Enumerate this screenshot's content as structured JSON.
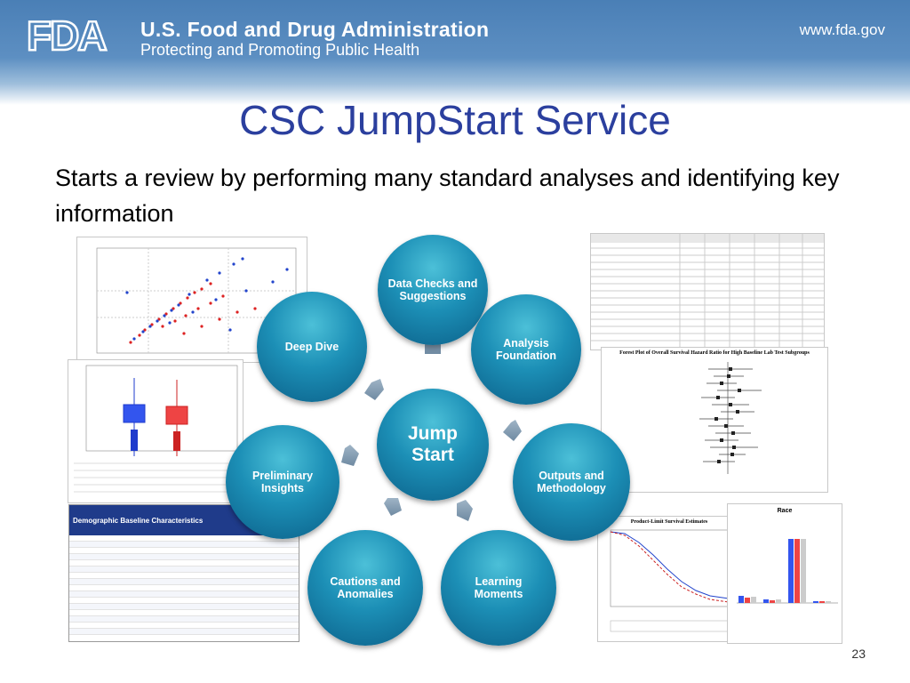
{
  "header": {
    "agency": "U.S. Food and Drug Administration",
    "tagline": "Protecting and Promoting Public Health",
    "website": "www.fda.gov",
    "logo_text": "FDA"
  },
  "slide": {
    "title": "CSC JumpStart Service",
    "subtitle": "Starts a review by performing many standard analyses and identifying key information",
    "number": "23"
  },
  "diagram": {
    "center": "Jump Start",
    "nodes": [
      "Data Checks and Suggestions",
      "Analysis Foundation",
      "Outputs and Methodology",
      "Learning Moments",
      "Cautions and Anomalies",
      "Preliminary Insights",
      "Deep Dive"
    ]
  },
  "thumbnails": {
    "table_title": "Demographic Baseline Characteristics",
    "forest_title": "Forest Plot of Overall Survival Hazard Ratio for High Baseline Lab Test Subgroups",
    "survival_title": "Product-Limit Survival Estimates",
    "race_title": "Race"
  },
  "colors": {
    "title": "#2b3f9e",
    "circle": "#1c8fb6",
    "header": "#4a7fb6"
  }
}
